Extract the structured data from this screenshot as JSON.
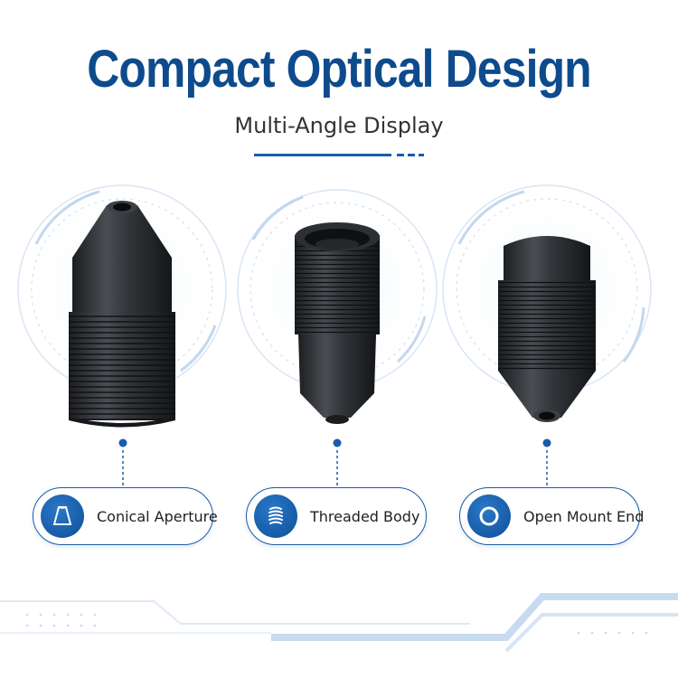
{
  "header": {
    "title": "Compact Optical Design",
    "subtitle": "Multi-Angle Display"
  },
  "colors": {
    "brand_blue": "#0d4b8c",
    "accent_blue": "#1a5ca8",
    "light_blue": "#cfe0f3",
    "lens_black": "#2a2d30"
  },
  "features": [
    {
      "label": "Conical Aperture",
      "icon": "cone-icon"
    },
    {
      "label": "Threaded Body",
      "icon": "thread-icon"
    },
    {
      "label": "Open Mount End",
      "icon": "ring-icon"
    }
  ]
}
